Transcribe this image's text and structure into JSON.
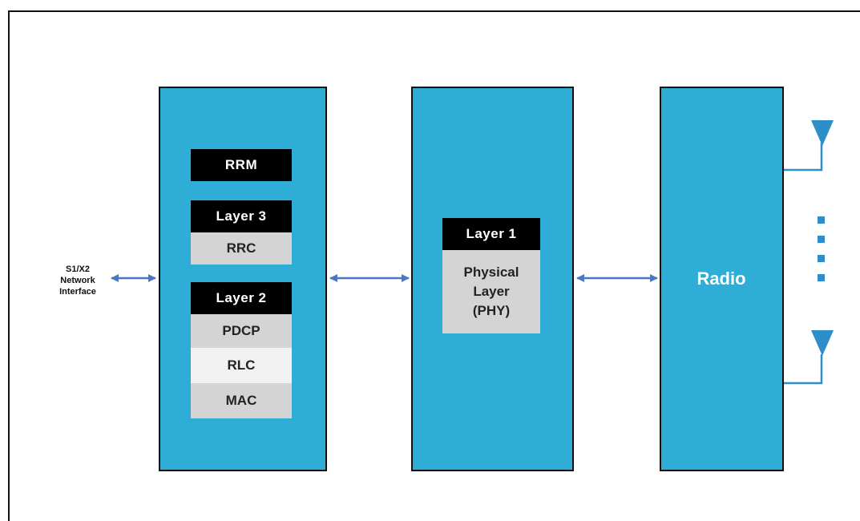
{
  "interface_label": [
    "S1/X2",
    "Network",
    "Interface"
  ],
  "stack": {
    "rrm": "RRM",
    "layer3": {
      "title": "Layer 3",
      "items": [
        "RRC"
      ]
    },
    "layer2": {
      "title": "Layer 2",
      "items": [
        "PDCP",
        "RLC",
        "MAC"
      ]
    }
  },
  "phy": {
    "title": "Layer 1",
    "lines": [
      "Physical",
      "Layer",
      "(PHY)"
    ]
  },
  "radio": "Radio",
  "colors": {
    "block_fill": "#2eaed6",
    "arrow": "#4a78c0",
    "label_dark": "#000000",
    "label_gray": "#d4d4d4",
    "label_light": "#f1f1f1",
    "antenna": "#2e8fc8",
    "dots": "#2e8fc8"
  }
}
